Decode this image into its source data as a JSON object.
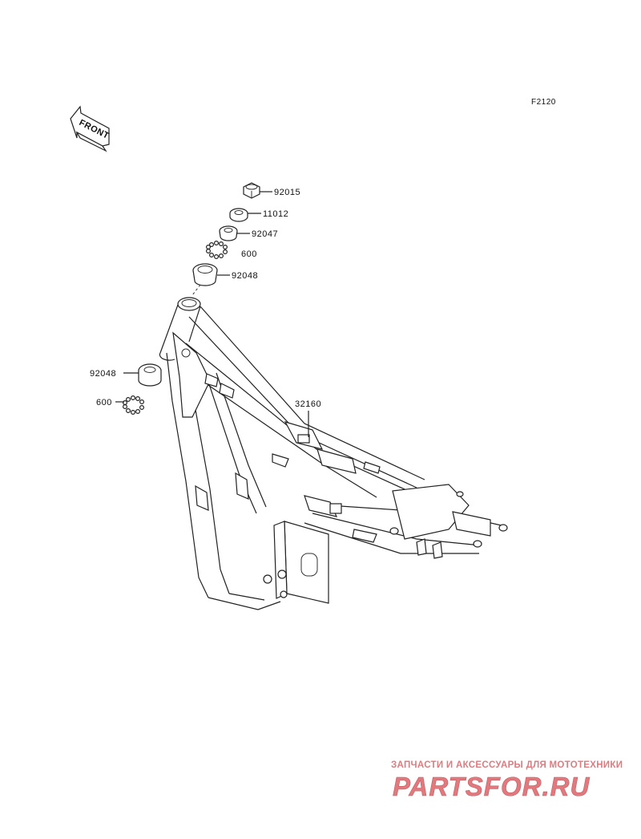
{
  "figure_code": "F2120",
  "front_label": "FRONT",
  "callouts": {
    "nut_top": "92015",
    "washer": "11012",
    "race_cover": "92047",
    "balls_top": "600",
    "race_top": "92048",
    "race_bottom": "92048",
    "balls_bottom": "600",
    "frame": "32160"
  },
  "watermark": {
    "tagline": "ЗАПЧАСТИ И АКСЕССУАРЫ ДЛЯ МОТОТЕХНИКИ",
    "brand": "PARTSFOR.RU",
    "color": "#e07a7f"
  }
}
